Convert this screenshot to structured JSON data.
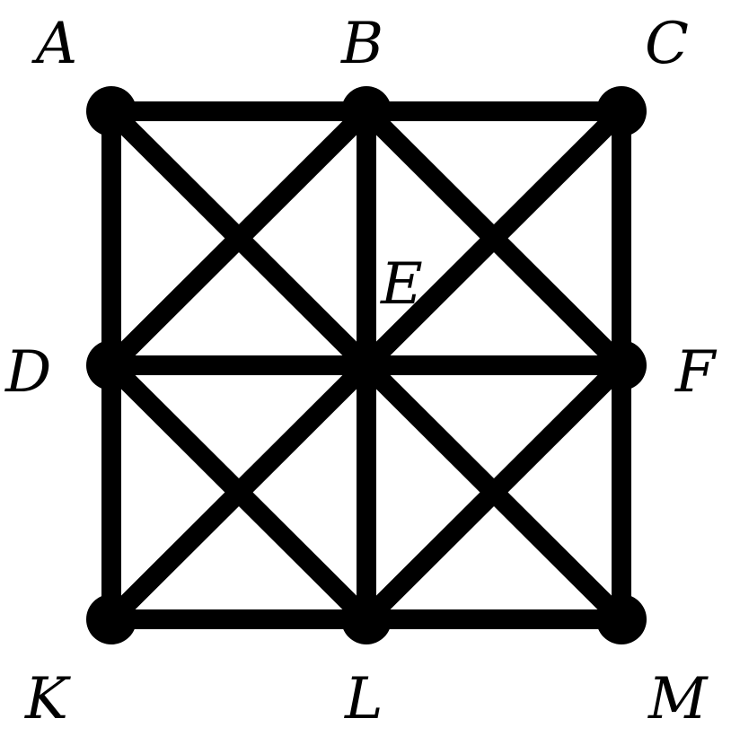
{
  "colors": {
    "line": "#000000",
    "background": "#ffffff"
  },
  "diagram": {
    "vertices": [
      {
        "id": "A",
        "label": "A"
      },
      {
        "id": "B",
        "label": "B"
      },
      {
        "id": "C",
        "label": "C"
      },
      {
        "id": "D",
        "label": "D"
      },
      {
        "id": "E",
        "label": "E"
      },
      {
        "id": "F",
        "label": "F"
      },
      {
        "id": "K",
        "label": "K"
      },
      {
        "id": "L",
        "label": "L"
      },
      {
        "id": "M",
        "label": "M"
      }
    ],
    "edges": [
      [
        "A",
        "B"
      ],
      [
        "B",
        "C"
      ],
      [
        "D",
        "E"
      ],
      [
        "E",
        "F"
      ],
      [
        "K",
        "L"
      ],
      [
        "L",
        "M"
      ],
      [
        "A",
        "D"
      ],
      [
        "D",
        "K"
      ],
      [
        "B",
        "E"
      ],
      [
        "E",
        "L"
      ],
      [
        "C",
        "F"
      ],
      [
        "F",
        "M"
      ],
      [
        "A",
        "E"
      ],
      [
        "E",
        "M"
      ],
      [
        "C",
        "E"
      ],
      [
        "E",
        "K"
      ],
      [
        "B",
        "D"
      ],
      [
        "B",
        "F"
      ],
      [
        "D",
        "L"
      ],
      [
        "F",
        "L"
      ]
    ]
  }
}
